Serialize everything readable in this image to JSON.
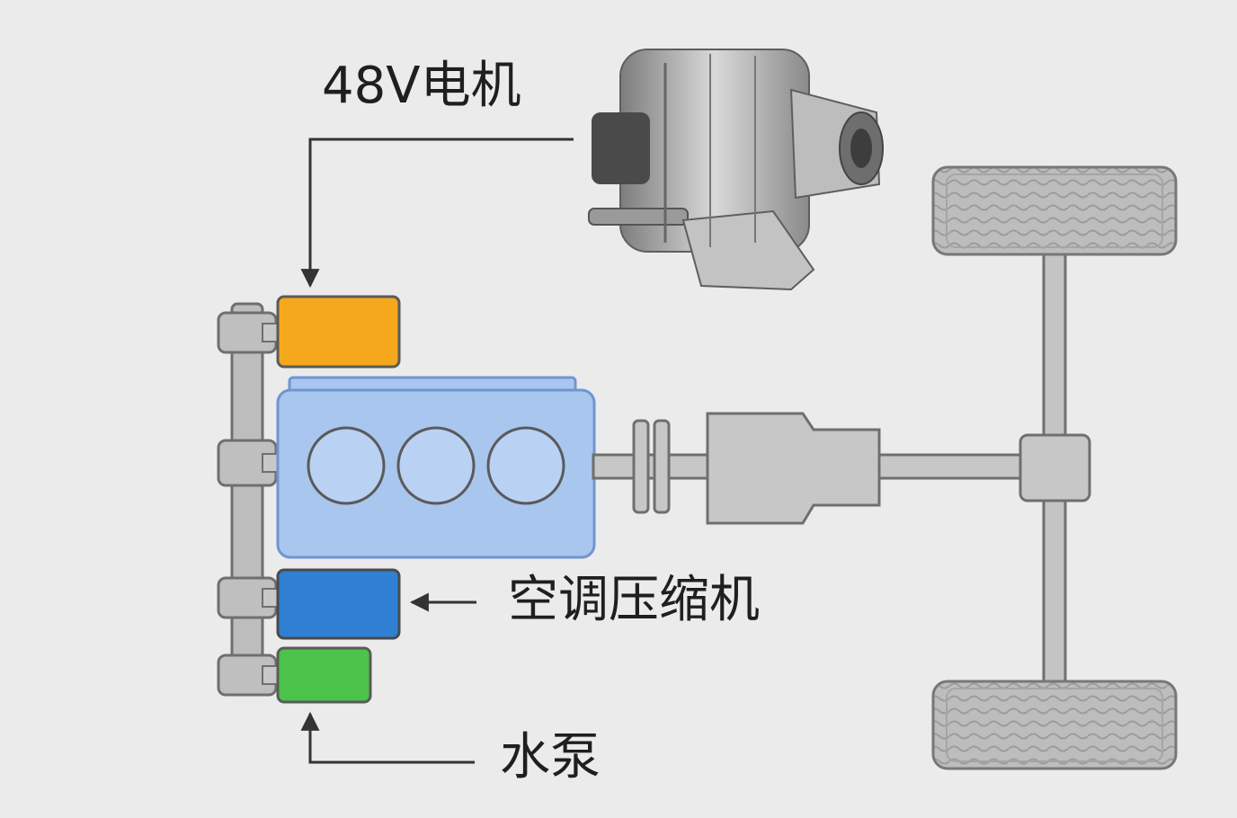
{
  "labels": {
    "motor_48v": "48V电机",
    "ac_compressor": "空调压缩机",
    "water_pump": "水泵"
  },
  "colors": {
    "background": "#ebebeb",
    "motor_block": "#f5a81c",
    "ac_block": "#2f7fd3",
    "pump_block": "#4cc34a",
    "engine": "#a9c6ee",
    "engine_border": "#6f95d2",
    "driveline": "#c7c7c7",
    "wheel": "#b9b9b9"
  },
  "icons": [
    "alternator-image",
    "arrow-down-icon",
    "arrow-left-icon",
    "arrow-up-icon"
  ]
}
